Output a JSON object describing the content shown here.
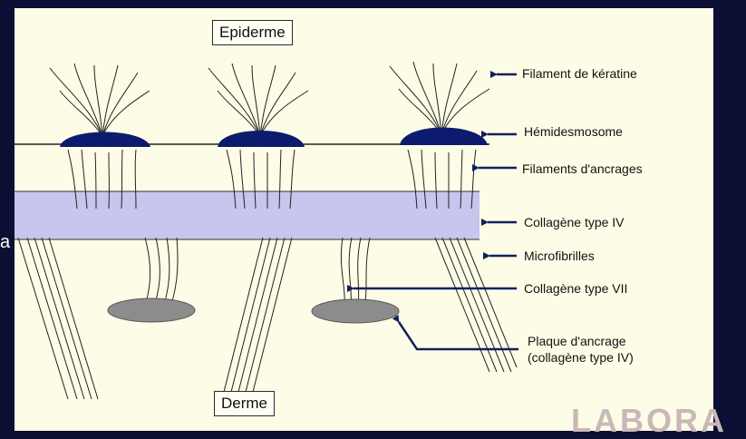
{
  "side_letter": "a",
  "top_box": "Epiderme",
  "bottom_box": "Derme",
  "labels": {
    "keratin": "Filament de kératine",
    "hemidesmosome": "Hémidesmosome",
    "anchoring_filaments": "Filaments d'ancrages",
    "collagen_iv": "Collagène type IV",
    "microfibrils": "Microfibrilles",
    "collagen_vii": "Collagène type VII",
    "plaque_line1": "Plaque d'ancrage",
    "plaque_line2": "(collagène type IV)"
  },
  "watermark": "LABORA",
  "colors": {
    "background": "#0b0f33",
    "panel": "#fdfce6",
    "hemidesmosome": "#0d1b6e",
    "basal_band": "#c6c6ee",
    "plaque": "#8c8c8c",
    "pointer": "#10205e"
  }
}
